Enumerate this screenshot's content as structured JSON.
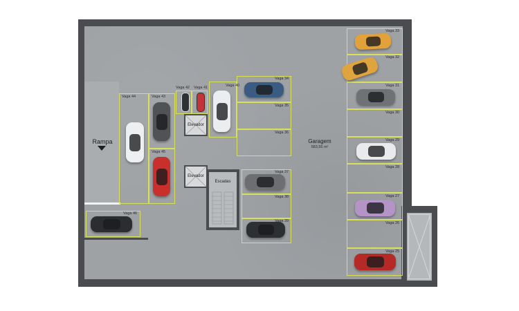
{
  "garage": {
    "title": "Garagem",
    "area": "583,55 m²"
  },
  "ramp": {
    "label": "Rampa",
    "arrow_icon": "arrow-down-icon"
  },
  "elevators": [
    {
      "label": "Elevador"
    },
    {
      "label": "Elevador"
    }
  ],
  "stairs": {
    "label": "Escadas"
  },
  "slots": [
    {
      "label": "Vaga 33"
    },
    {
      "label": "Vaga 32"
    },
    {
      "label": "Vaga 31"
    },
    {
      "label": "Vaga 30"
    },
    {
      "label": "Vaga 29"
    },
    {
      "label": "Vaga 28"
    },
    {
      "label": "Vaga 27"
    },
    {
      "label": "Vaga 26"
    },
    {
      "label": "Vaga 25"
    },
    {
      "label": "Vaga 34"
    },
    {
      "label": "Vaga 35"
    },
    {
      "label": "Vaga 36"
    },
    {
      "label": "Vaga 37"
    },
    {
      "label": "Vaga 38"
    },
    {
      "label": "Vaga 39"
    },
    {
      "label": "Vaga 40"
    },
    {
      "label": "Vaga 42"
    },
    {
      "label": "Vaga 41"
    },
    {
      "label": "Vaga 44"
    },
    {
      "label": "Vaga 43"
    },
    {
      "label": "Vaga 45"
    },
    {
      "label": "Vaga 46"
    }
  ],
  "colors": {
    "wall": "#4b4c50",
    "floor": "#9ea2a5",
    "slot_outline": "#d9e15a"
  }
}
